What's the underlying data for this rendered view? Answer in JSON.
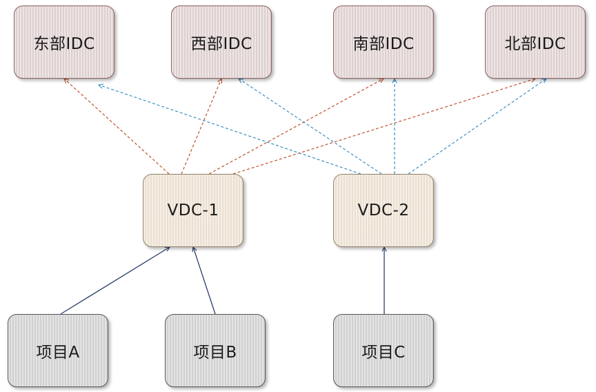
{
  "nodes": {
    "idc_east": "东部IDC",
    "idc_west": "西部IDC",
    "idc_south": "南部IDC",
    "idc_north": "北部IDC",
    "vdc_1": "VDC-1",
    "vdc_2": "VDC-2",
    "project_a": "项目A",
    "project_b": "项目B",
    "project_c": "项目C"
  },
  "edges": [
    {
      "from": "vdc_1",
      "to": "idc_east",
      "style": "dashed",
      "color": "#c0502a"
    },
    {
      "from": "vdc_1",
      "to": "idc_west",
      "style": "dashed",
      "color": "#c0502a"
    },
    {
      "from": "vdc_1",
      "to": "idc_south",
      "style": "dashed",
      "color": "#c0502a"
    },
    {
      "from": "vdc_1",
      "to": "idc_north",
      "style": "dashed",
      "color": "#c0502a"
    },
    {
      "from": "vdc_2",
      "to": "idc_east",
      "style": "dashed",
      "color": "#3a8fc4"
    },
    {
      "from": "vdc_2",
      "to": "idc_west",
      "style": "dashed",
      "color": "#3a8fc4"
    },
    {
      "from": "vdc_2",
      "to": "idc_south",
      "style": "dashed",
      "color": "#3a8fc4"
    },
    {
      "from": "vdc_2",
      "to": "idc_north",
      "style": "dashed",
      "color": "#3a8fc4"
    },
    {
      "from": "project_a",
      "to": "vdc_1",
      "style": "solid",
      "color": "#2b3e6b"
    },
    {
      "from": "project_b",
      "to": "vdc_1",
      "style": "solid",
      "color": "#2b3e6b"
    },
    {
      "from": "project_c",
      "to": "vdc_2",
      "style": "solid",
      "color": "#2b3e6b"
    }
  ],
  "colors": {
    "idc_fill": "#e5d7d7",
    "vdc_fill": "#f1e6d8",
    "project_fill": "#d9d9d9",
    "vdc1_link": "#c0502a",
    "vdc2_link": "#3a8fc4",
    "project_link": "#2b3e6b"
  }
}
